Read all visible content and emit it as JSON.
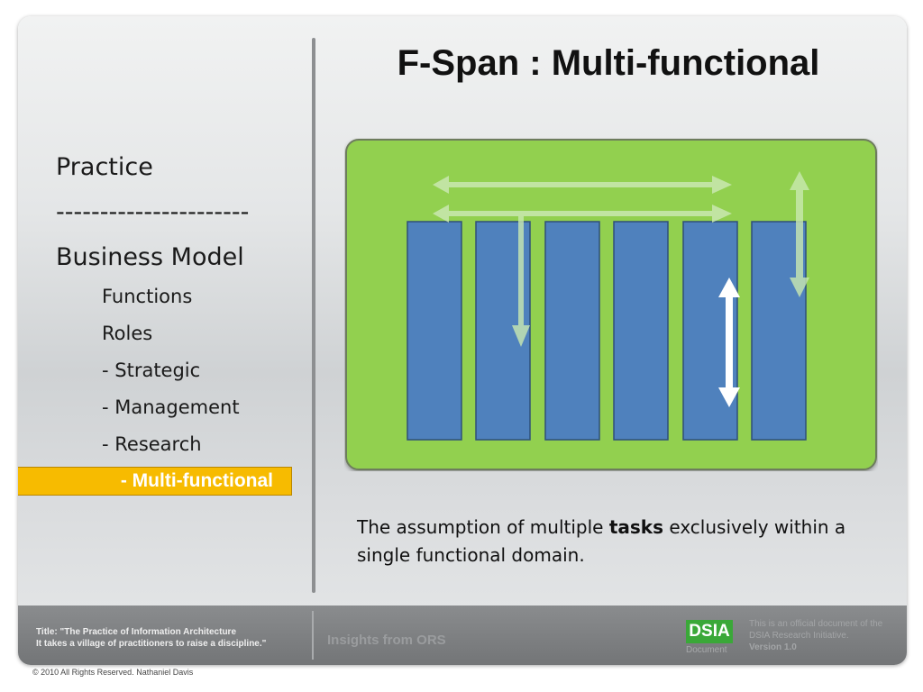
{
  "slide": {
    "title": "F-Span : Multi-functional"
  },
  "nav": {
    "practice": "Practice",
    "separator": "----------------------",
    "business_model": "Business Model",
    "items": [
      "Functions",
      "Roles",
      "- Strategic",
      "- Management",
      "- Research"
    ],
    "active_item": "- Multi-functional"
  },
  "diagram": {
    "background_color": "#92d050",
    "column_color": "#4f81bd",
    "column_count": 6,
    "icons": [
      "double-headed-arrow-icon",
      "arrow-down-icon",
      "arrow-up-down-icon"
    ]
  },
  "caption": {
    "before": "The assumption of multiple ",
    "bold": "tasks",
    "after": " exclusively within a single functional domain."
  },
  "footer": {
    "title_line1": "Title: \"The Practice of Information Architecture",
    "title_line2": "It takes a village of practitioners to raise a discipline.\"",
    "insights": "Insights from ORS",
    "logo": "DSIA",
    "logo_sub": "Document",
    "note_line1": "This is an official document of the",
    "note_line2": "DSIA Research Initiative.",
    "version": "Version 1.0"
  },
  "copyright": "© 2010 All Rights Reserved. Nathaniel Davis"
}
